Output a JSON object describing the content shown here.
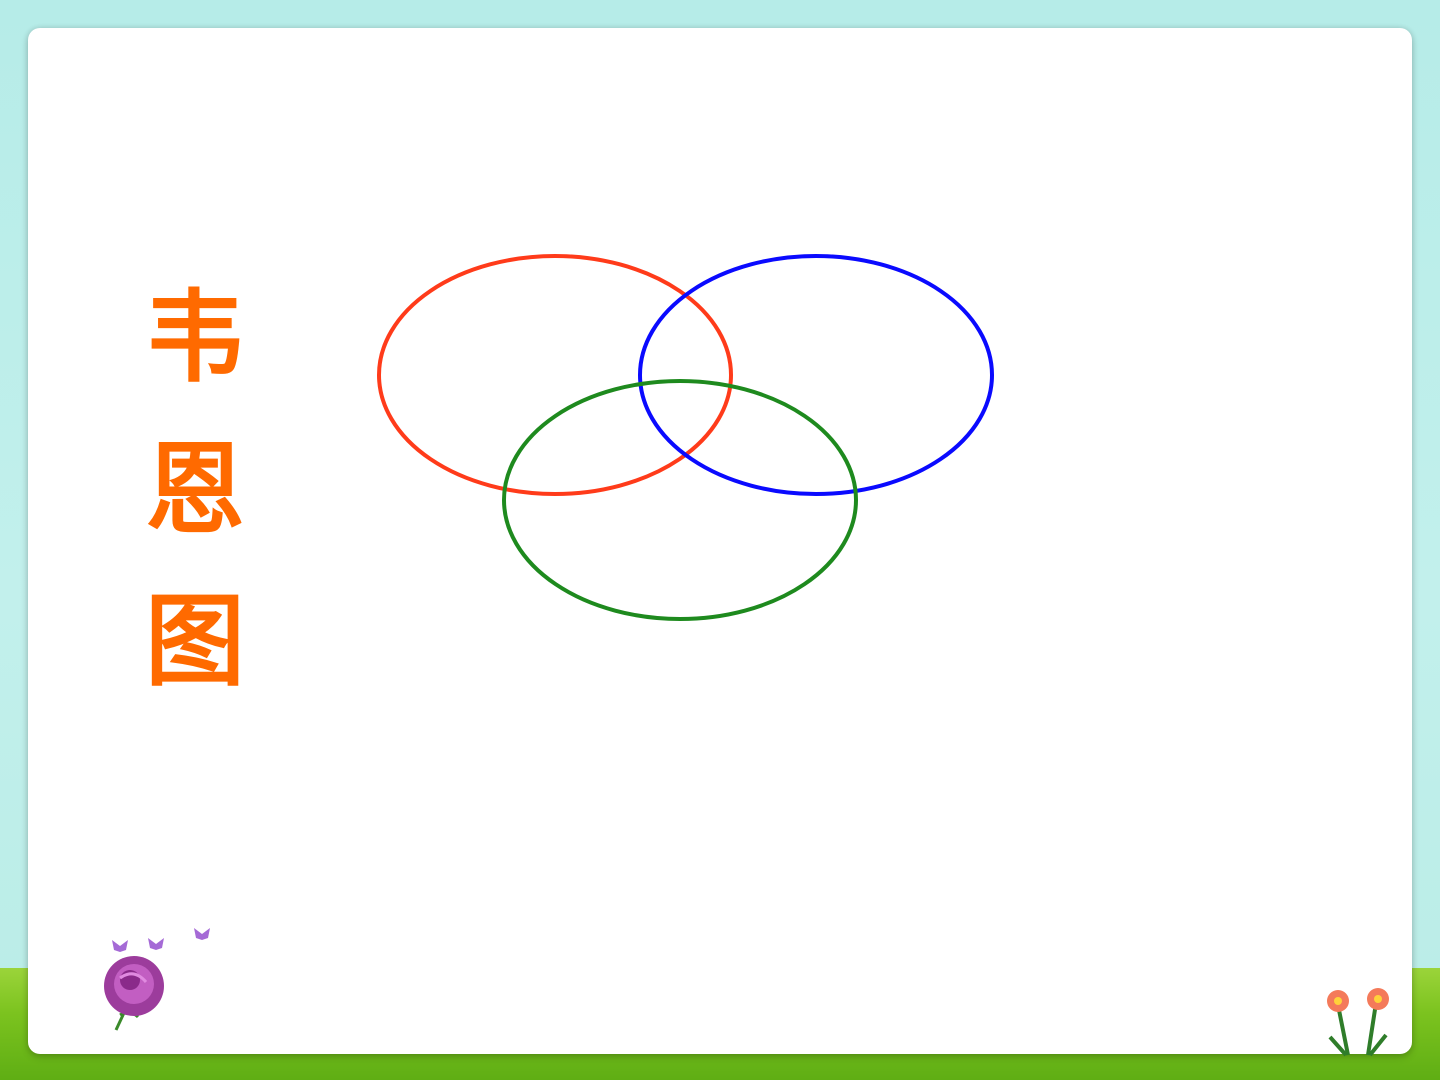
{
  "slide": {
    "title_chars": [
      "韦",
      "恩",
      "图"
    ]
  },
  "colors": {
    "title": "#ff6a00",
    "circle_a": "#ff3b1a",
    "circle_b": "#0a0aff",
    "circle_c": "#1e8a1e"
  },
  "decorations": {
    "cloud": "cloud-icon",
    "rose": "rose-with-butterflies",
    "flowers": "flower-pot-icon"
  }
}
